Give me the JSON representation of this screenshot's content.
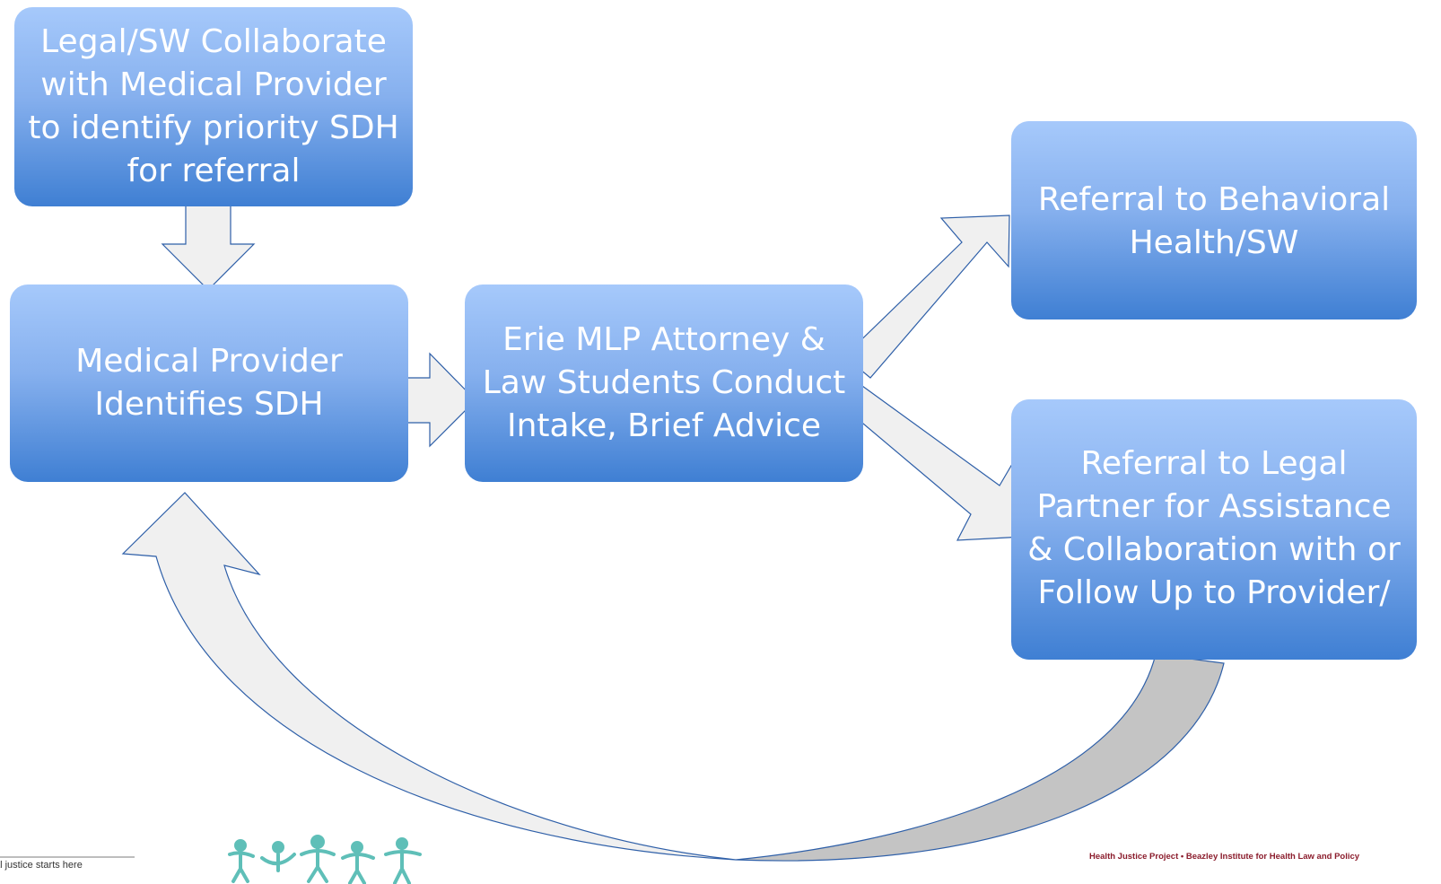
{
  "diagram": {
    "nodes": [
      {
        "id": "b1",
        "label": "Legal/SW Collaborate\nwith Medical Provider\nto identify priority SDH\nfor referral"
      },
      {
        "id": "b2",
        "label": "Medical Provider\nIdentifies SDH"
      },
      {
        "id": "b3",
        "label": "Erie MLP Attorney &\nLaw Students Conduct\nIntake, Brief Advice"
      },
      {
        "id": "b4",
        "label": "Referral to Behavioral\nHealth/SW"
      },
      {
        "id": "b5",
        "label": "Referral to Legal\nPartner for Assistance\n& Collaboration with or\nFollow Up to Provider/"
      }
    ],
    "edges": [
      {
        "from": "b1",
        "to": "b2"
      },
      {
        "from": "b2",
        "to": "b3"
      },
      {
        "from": "b3",
        "to": "b4"
      },
      {
        "from": "b3",
        "to": "b5"
      },
      {
        "from": "b5",
        "to": "b2"
      }
    ]
  },
  "footer": {
    "left_text": "al justice starts here",
    "right_text": "Health Justice Project  •  Beazley Institute for Health Law and Policy"
  },
  "colors": {
    "box_top": "#a6c9fb",
    "box_bottom": "#3f7fd3",
    "arrow_fill": "#f0f0f0",
    "arrow_stroke": "#2e5fa8",
    "curve_shadow": "#c4c4c4",
    "logo": "#5fbfb8",
    "footer_right": "#8b1c2c"
  }
}
